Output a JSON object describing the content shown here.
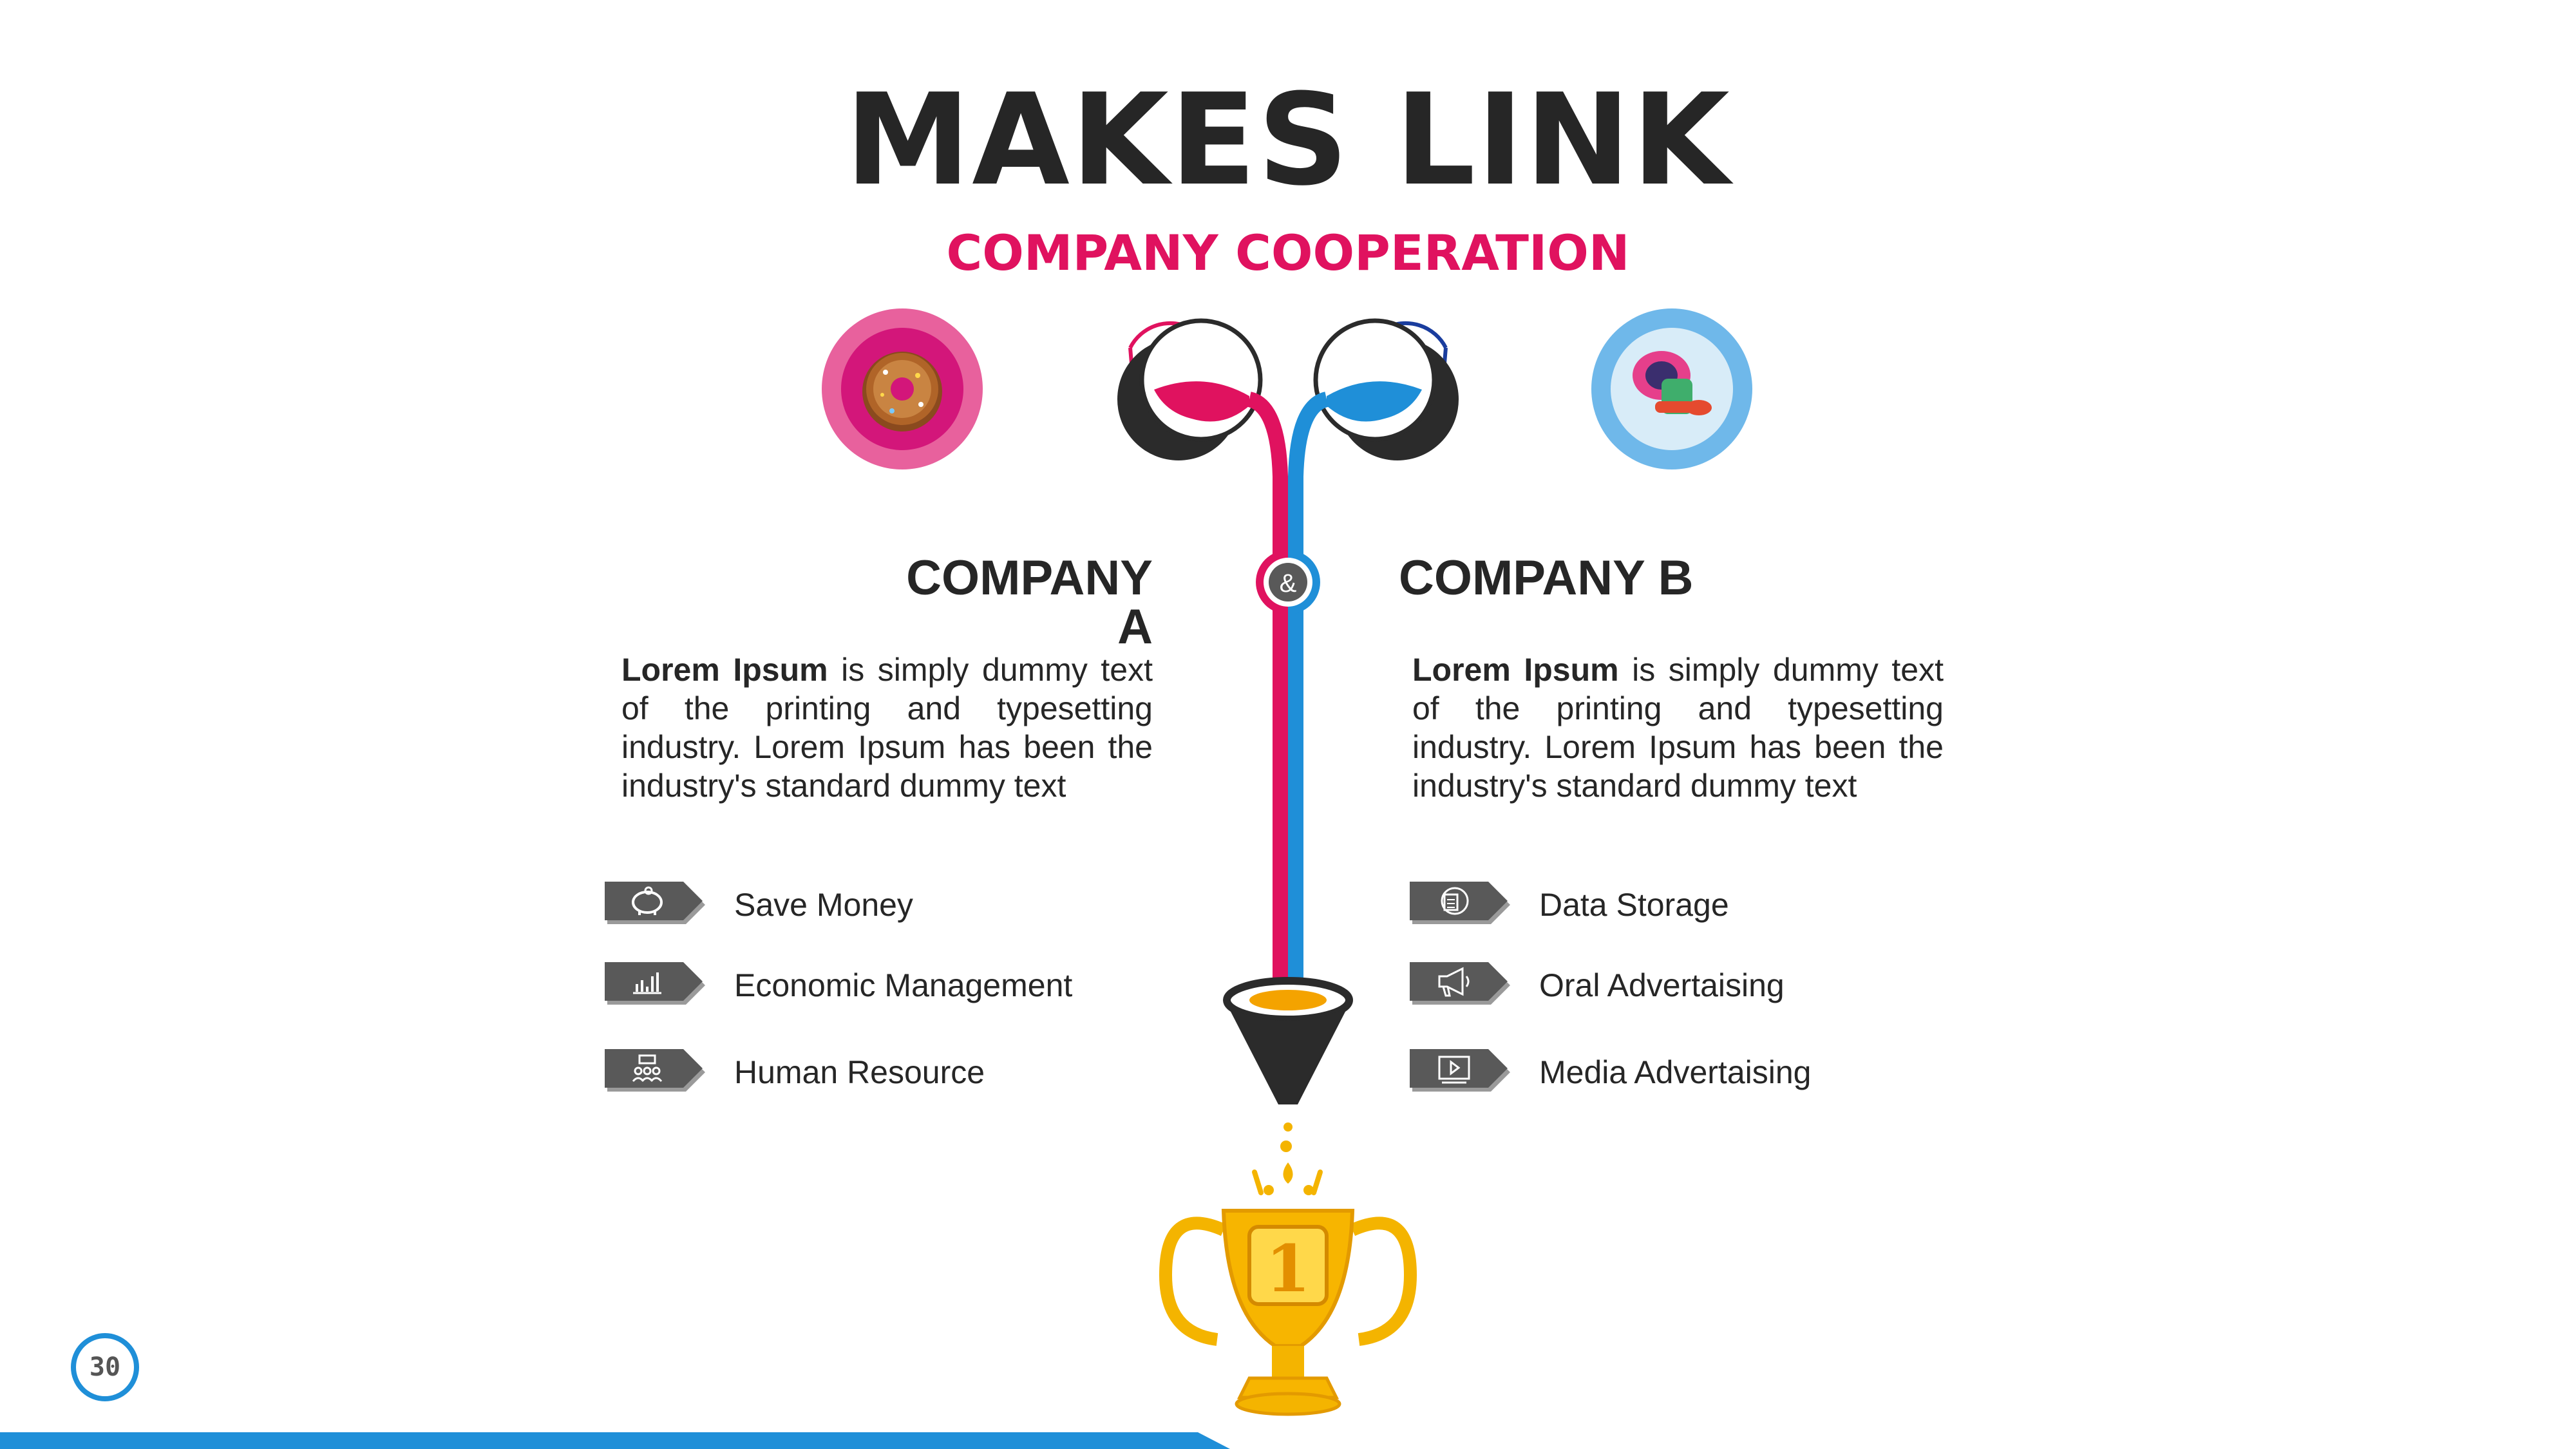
{
  "title": "MAKES LINK",
  "subtitle": "COMPANY COOPERATION",
  "connector_symbol": "&",
  "company_a": {
    "name": "COMPANY A",
    "description_bold": "Lorem Ipsum",
    "description_rest": " is simply dummy text of the printing and typesetting industry. Lorem Ipsum has been the industry's standard dummy text",
    "image_icon": "donut-image",
    "features": [
      {
        "label": "Save Money",
        "icon": "piggy-bank-icon"
      },
      {
        "label": "Economic Management",
        "icon": "bar-chart-icon"
      },
      {
        "label": "Human Resource",
        "icon": "team-icon"
      }
    ]
  },
  "company_b": {
    "name": "COMPANY B",
    "description_bold": "Lorem Ipsum",
    "description_rest": " is simply dummy text of the printing and typesetting industry. Lorem Ipsum has been the industry's standard dummy text",
    "image_icon": "hot-air-balloon-image",
    "features": [
      {
        "label": "Data Storage",
        "icon": "database-icon"
      },
      {
        "label": "Oral Advertaising",
        "icon": "megaphone-icon"
      },
      {
        "label": "Media Advertaising",
        "icon": "video-player-icon"
      }
    ]
  },
  "trophy_number": "1",
  "page_number": "30",
  "colors": {
    "pink": "#e0125f",
    "blue": "#1f8fd8",
    "dark": "#2b2b2b",
    "gold": "#f4b400",
    "tag_gray": "#5a5a5a"
  }
}
